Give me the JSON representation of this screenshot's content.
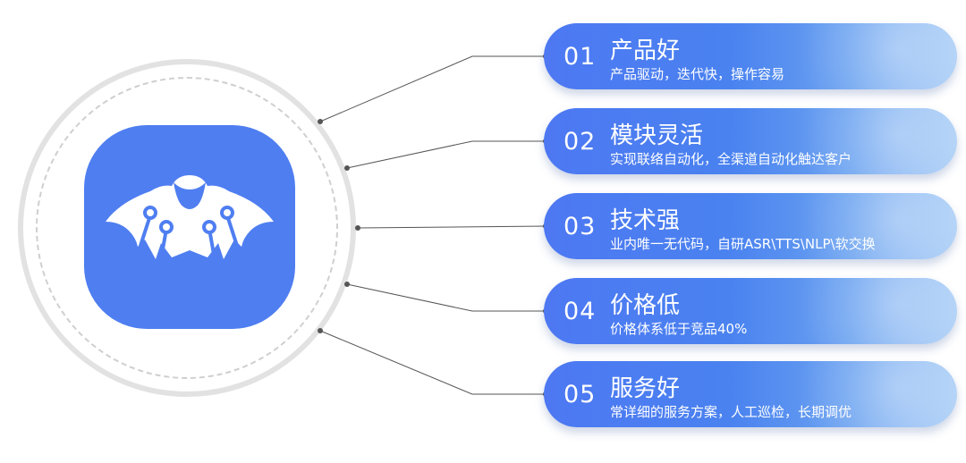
{
  "logo": {
    "icon": "bat-circuit-icon",
    "color": "#4f7ef1"
  },
  "colors": {
    "pill_start": "#4d78f2",
    "pill_end": "#a9cdf6",
    "ring": "#e2e2e2",
    "connector": "#555555"
  },
  "items": [
    {
      "num": "01",
      "title": "产品好",
      "desc": "产品驱动，迭代快，操作容易"
    },
    {
      "num": "02",
      "title": "模块灵活",
      "desc": "实现联络自动化，全渠道自动化触达客户"
    },
    {
      "num": "03",
      "title": "技术强",
      "desc": "业内唯一无代码，自研ASR\\TTS\\NLP\\软交换"
    },
    {
      "num": "04",
      "title": "价格低",
      "desc": "价格体系低于竞品40%"
    },
    {
      "num": "05",
      "title": "服务好",
      "desc": "常详细的服务方案，人工巡检，长期调优"
    }
  ]
}
